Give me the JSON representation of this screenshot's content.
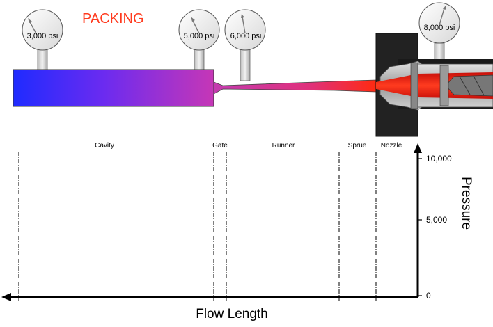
{
  "title": "PACKING",
  "gauges": [
    {
      "id": "cavity-end",
      "label": "3,000 psi"
    },
    {
      "id": "gate",
      "label": "5,000 psi"
    },
    {
      "id": "runner",
      "label": "6,000 psi"
    },
    {
      "id": "nozzle",
      "label": "8,000 psi"
    }
  ],
  "regions": [
    {
      "id": "cavity",
      "label": "Cavity"
    },
    {
      "id": "gate",
      "label": "Gate"
    },
    {
      "id": "runner",
      "label": "Runner"
    },
    {
      "id": "sprue",
      "label": "Sprue"
    },
    {
      "id": "nozzle",
      "label": "Nozzle"
    }
  ],
  "axes": {
    "x_label": "Flow Length",
    "y_label": "Pressure",
    "y_ticks": [
      "10,000",
      "5,000",
      "0"
    ]
  },
  "colors": {
    "title": "#ff3b1f",
    "cavity_start": "#1f2bff",
    "cavity_end": "#c637b6",
    "runner": "#c43bb0",
    "melt": "#ff2a10",
    "axis": "#000000"
  }
}
